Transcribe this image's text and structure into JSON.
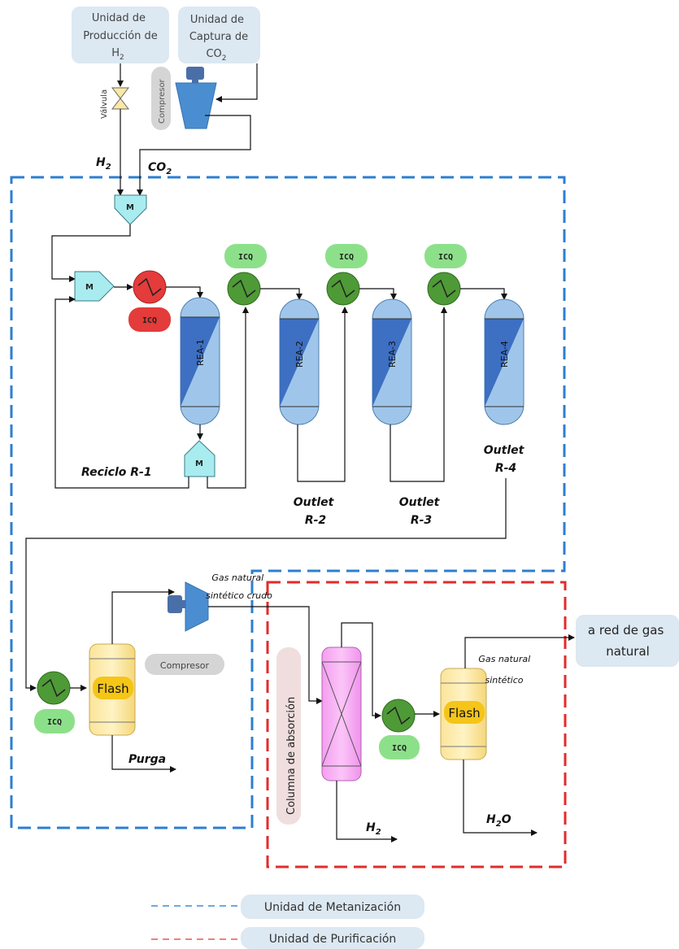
{
  "units": {
    "h2_production": [
      "Unidad de",
      "Producción de",
      "H",
      "2"
    ],
    "co2_capture": [
      "Unidad de",
      "Captura de",
      "CO",
      "2"
    ],
    "gas_grid": [
      "a red de gas",
      "natural"
    ]
  },
  "labels": {
    "valve": "Válvula",
    "compressor_top": "Compresor",
    "compressor_bottom": "Compresor",
    "h2": "H",
    "h2_sub": "2",
    "co2": "CO",
    "co2_sub": "2",
    "mixer": "M",
    "icq": "ICQ",
    "flash": "Flash",
    "absorption_column": "Columna de absorción",
    "reciclo": "Reciclo R-1",
    "outlet_r2": [
      "Outlet",
      "R-2"
    ],
    "outlet_r3": [
      "Outlet",
      "R-3"
    ],
    "outlet_r4": [
      "Outlet",
      "R-4"
    ],
    "crude_gas": [
      "Gas natural",
      "sintético crudo"
    ],
    "synthetic_gas": [
      "Gas natural",
      "sintético"
    ],
    "purga": "Purga",
    "h2_out": "H",
    "h2_out_sub": "2",
    "h2o_out": "H",
    "h2o_out_sub": "2",
    "h2o_out_tail": "O"
  },
  "reactors": [
    "REA-1",
    "REA-2",
    "REA-3",
    "REA-4"
  ],
  "legend": [
    {
      "label": "Unidad de Metanización",
      "color": "#2c7fd0"
    },
    {
      "label": "Unidad de Purificación",
      "color": "#e32b2b"
    }
  ]
}
